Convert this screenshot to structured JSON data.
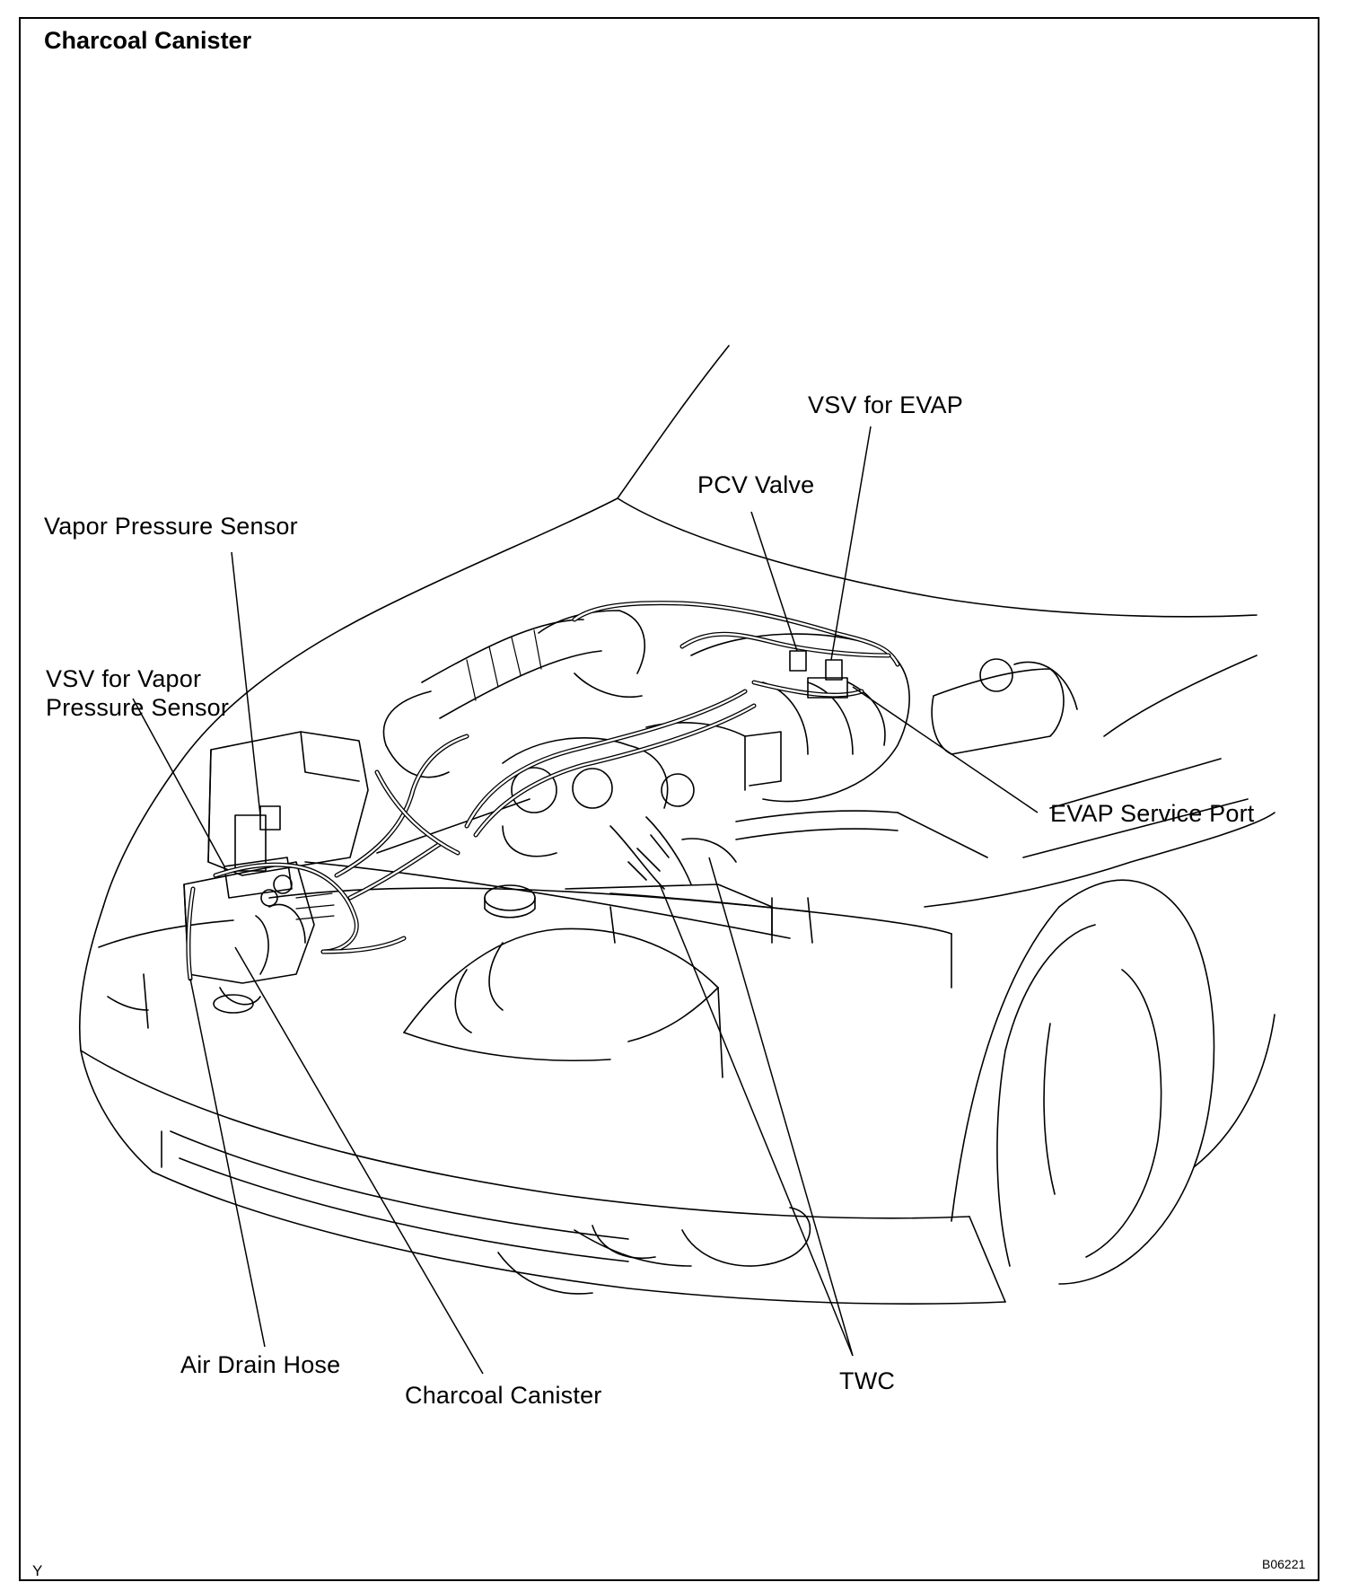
{
  "title": "Charcoal Canister",
  "labels": {
    "vsv_evap": "VSV for EVAP",
    "pcv_valve": "PCV Valve",
    "vapor_pressure_sensor": "Vapor Pressure Sensor",
    "vsv_vapor_line1": "VSV for Vapor",
    "vsv_vapor_line2": "Pressure Sensor",
    "evap_service_port": "EVAP Service Port",
    "air_drain_hose": "Air Drain Hose",
    "charcoal_canister": "Charcoal Canister",
    "twc": "TWC"
  },
  "corner_left": "Y",
  "corner_right": "B06221"
}
